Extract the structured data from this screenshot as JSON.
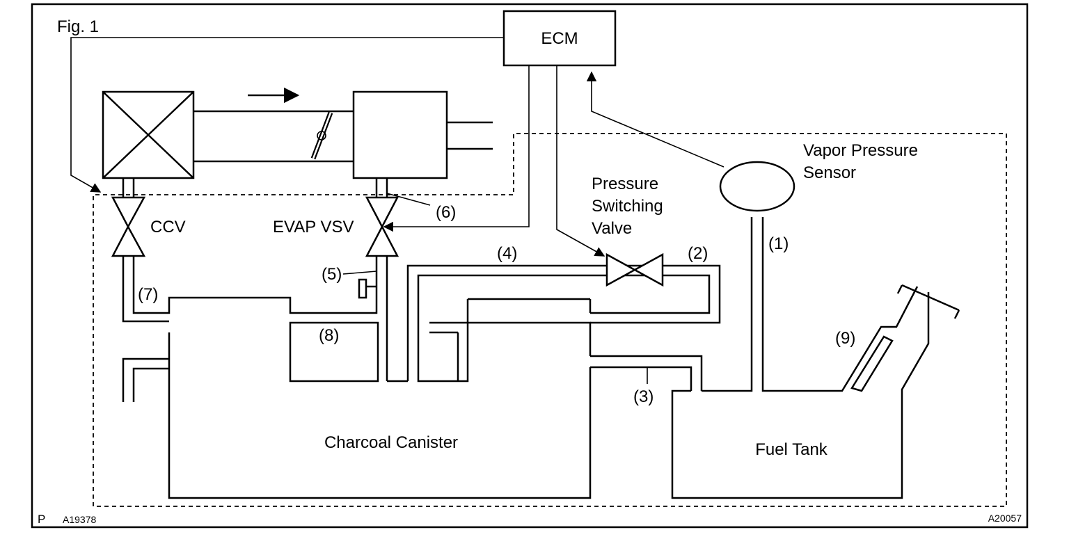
{
  "figure": {
    "label": "Fig. 1",
    "corner_mark": "P",
    "left_code": "A19378",
    "right_code": "A20057"
  },
  "components": {
    "ecm": "ECM",
    "ccv": "CCV",
    "evap_vsv": "EVAP VSV",
    "pressure_switching_valve": [
      "Pressure",
      "Switching",
      "Valve"
    ],
    "vapor_pressure_sensor": [
      "Vapor Pressure",
      "Sensor"
    ],
    "charcoal_canister": "Charcoal Canister",
    "fuel_tank": "Fuel Tank"
  },
  "callouts": [
    "(1)",
    "(2)",
    "(3)",
    "(4)",
    "(5)",
    "(6)",
    "(7)",
    "(8)",
    "(9)"
  ]
}
